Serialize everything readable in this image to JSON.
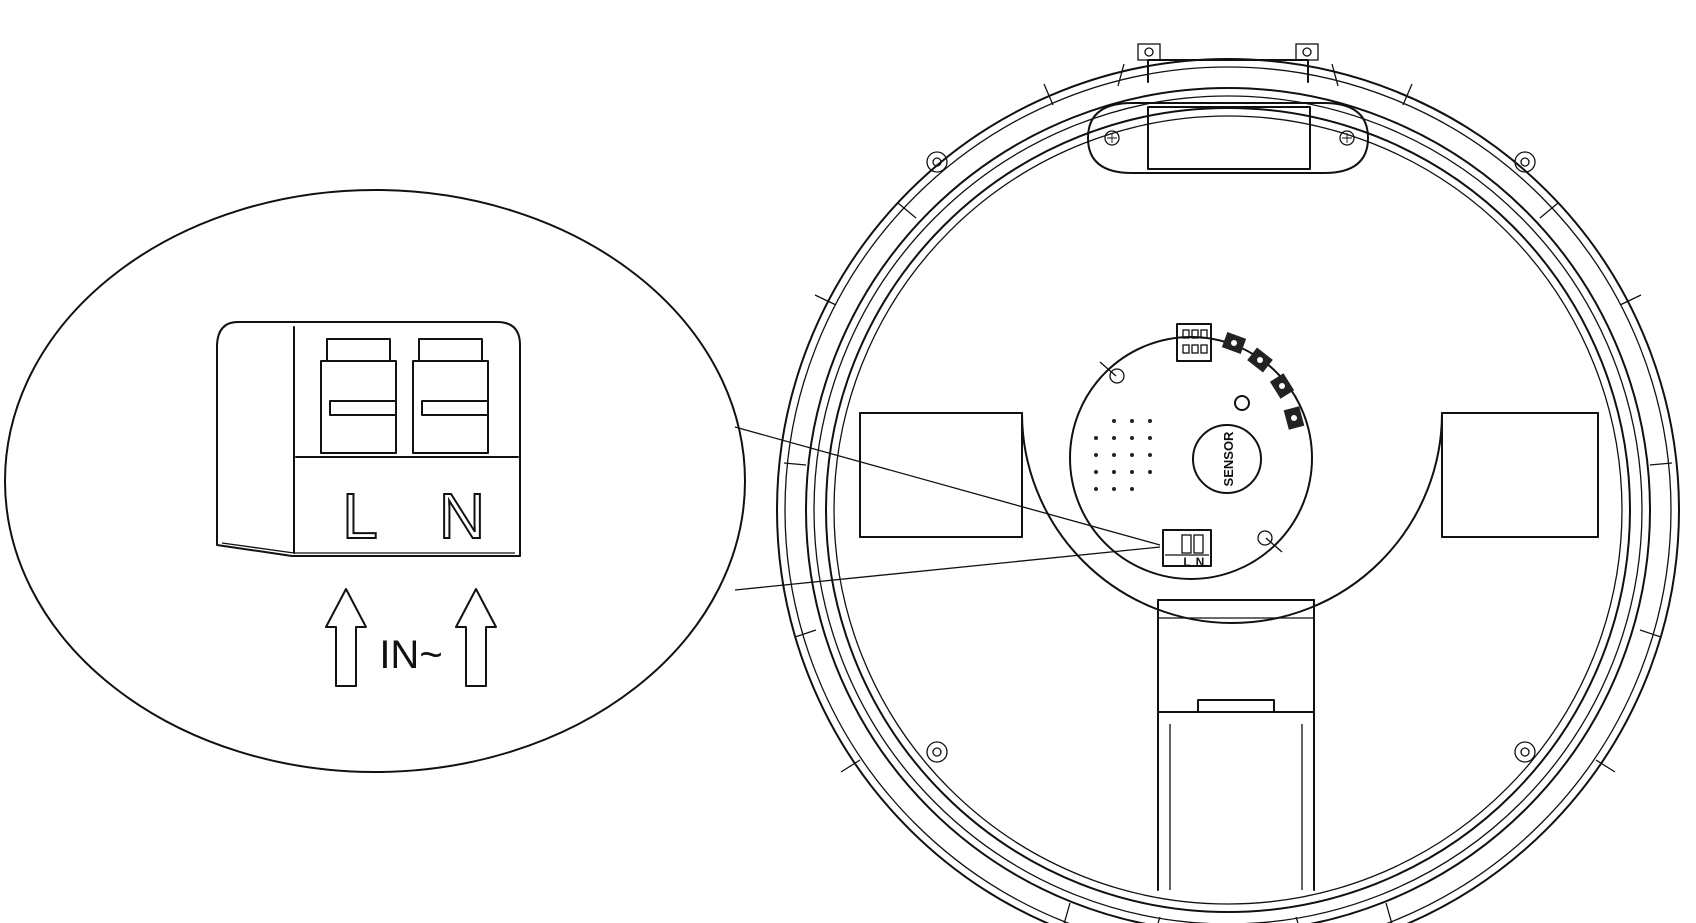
{
  "zoom_callout": {
    "terminal_labels": [
      "L",
      "N"
    ],
    "input_label": "IN~"
  },
  "fixture": {
    "sensor_label": "SENSOR",
    "terminal_labels": [
      "L",
      "N"
    ]
  },
  "colors": {
    "line": "#111111",
    "background": "#ffffff"
  }
}
